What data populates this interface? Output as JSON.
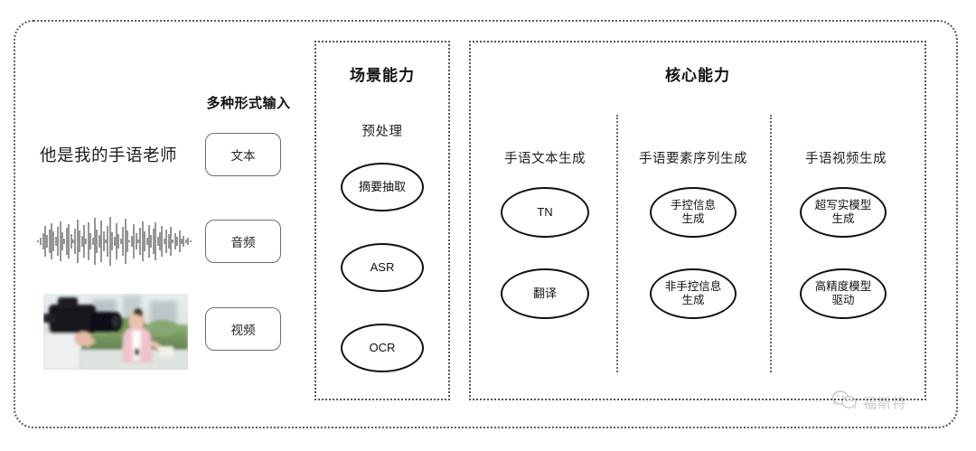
{
  "diagram": {
    "title_hidden": "",
    "outer_frame": {
      "style": "dotted-rounded"
    }
  },
  "input_panel": {
    "label": "多种形式输入",
    "sample_sentence": "他是我的手语老师",
    "modalities": [
      {
        "name": "text",
        "label": "文本",
        "preview": "sentence"
      },
      {
        "name": "audio",
        "label": "音频",
        "preview": "waveform"
      },
      {
        "name": "video",
        "label": "视频",
        "preview": "photo"
      }
    ]
  },
  "scene_section": {
    "title": "场景能力",
    "groups": [
      {
        "title": "预处理",
        "nodes": [
          {
            "label": "摘要抽取"
          },
          {
            "label": "ASR"
          },
          {
            "label": "OCR"
          }
        ]
      }
    ]
  },
  "core_section": {
    "title": "核心能力",
    "groups": [
      {
        "title": "手语文本生成",
        "nodes": [
          {
            "label": "TN"
          },
          {
            "label": "翻译"
          }
        ]
      },
      {
        "title": "手语要素序列生成",
        "nodes": [
          {
            "label": "手控信息\n生成",
            "line1": "手控信息",
            "line2": "生成"
          },
          {
            "label": "非手控信息\n生成",
            "line1": "非手控信息",
            "line2": "生成"
          }
        ]
      },
      {
        "title": "手语视频生成",
        "nodes": [
          {
            "label": "超写实模型\n生成",
            "line1": "超写实模型",
            "line2": "生成"
          },
          {
            "label": "高精度模型\n驱动",
            "line1": "高精度模型",
            "line2": "驱动"
          }
        ]
      }
    ]
  },
  "watermark": {
    "text": "福斯特",
    "icon": "wechat-icon"
  },
  "colors": {
    "frame": "#5a5a5a",
    "node_stroke": "#111111",
    "button_stroke": "#6d6d6d",
    "text": "#1d1d1d",
    "watermark": "#7a7a7a",
    "background": "#ffffff"
  }
}
